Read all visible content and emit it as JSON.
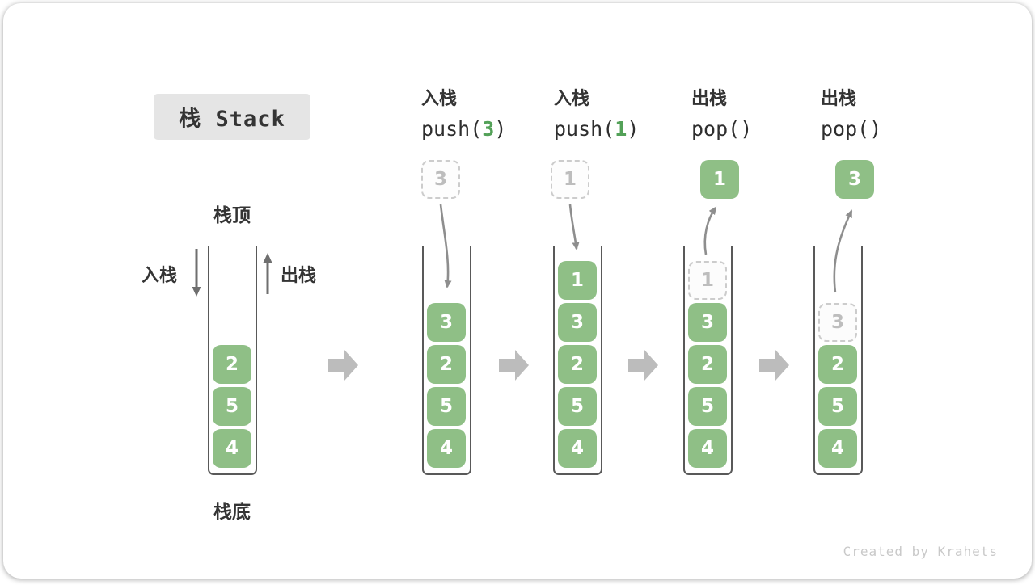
{
  "title": "栈 Stack",
  "footer": "Created by Krahets",
  "legend": {
    "stack_top": "栈顶",
    "stack_bottom": "栈底",
    "push": "入栈",
    "pop": "出栈"
  },
  "columns": [
    {
      "id": "initial",
      "stack": [
        "2",
        "5",
        "4"
      ]
    },
    {
      "id": "push-3",
      "op_name": "入栈",
      "op_call_pre": "push(",
      "op_arg": "3",
      "op_call_post": ")",
      "moving_value": "3",
      "moving_style": "dashed",
      "stack": [
        "3",
        "2",
        "5",
        "4"
      ]
    },
    {
      "id": "push-1",
      "op_name": "入栈",
      "op_call_pre": "push(",
      "op_arg": "1",
      "op_call_post": ")",
      "moving_value": "1",
      "moving_style": "dashed",
      "stack": [
        "1",
        "3",
        "2",
        "5",
        "4"
      ]
    },
    {
      "id": "pop-1",
      "op_name": "出栈",
      "op_call_pre": "pop(",
      "op_arg": "",
      "op_call_post": ")",
      "moving_value": "1",
      "moving_style": "solid",
      "ghost_value": "1",
      "stack": [
        "3",
        "2",
        "5",
        "4"
      ]
    },
    {
      "id": "pop-3",
      "op_name": "出栈",
      "op_call_pre": "pop(",
      "op_arg": "",
      "op_call_post": ")",
      "moving_value": "3",
      "moving_style": "solid",
      "ghost_value": "3",
      "stack": [
        "2",
        "5",
        "4"
      ]
    }
  ],
  "colors": {
    "box_green": "#8FBF86",
    "accent_green": "#53A158",
    "title_bg": "#E5E5E5",
    "text_dark": "#343434",
    "ghost_border": "#CCCCCC",
    "ghost_text": "#BDBDBD",
    "flow_arrow": "#BCBCBC",
    "curve_arrow": "#8E8E8E",
    "side_arrow": "#6F6F6F",
    "wall": "#595959",
    "footer_text": "#C9C9C9"
  }
}
